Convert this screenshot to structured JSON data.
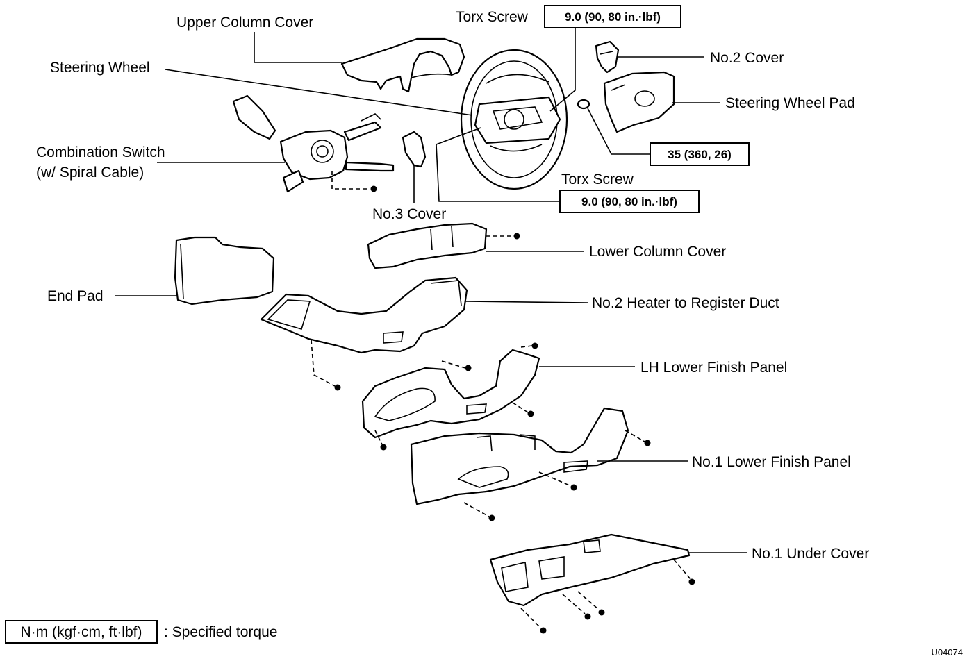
{
  "labels": {
    "upper_column_cover": "Upper Column Cover",
    "steering_wheel": "Steering Wheel",
    "combination_switch_line1": "Combination Switch",
    "combination_switch_line2": "(w/ Spiral Cable)",
    "torx_screw_top": "Torx Screw",
    "torx_screw_bottom": "Torx Screw",
    "no2_cover": "No.2 Cover",
    "steering_wheel_pad": "Steering Wheel Pad",
    "no3_cover": "No.3 Cover",
    "lower_column_cover": "Lower Column Cover",
    "end_pad": "End Pad",
    "no2_heater_duct": "No.2 Heater to Register Duct",
    "lh_lower_finish_panel": "LH Lower Finish Panel",
    "no1_lower_finish_panel": "No.1 Lower Finish Panel",
    "no1_under_cover": "No.1 Under Cover"
  },
  "torques": {
    "torx_top": "9.0 (90,  80  in.·lbf)",
    "nut": "35 (360,  26)",
    "torx_bottom": "9.0 (90,  80  in.·lbf)"
  },
  "legend": {
    "unit_box": "N·m (kgf·cm, ft·lbf)",
    "description": ": Specified torque"
  },
  "figure_code": "U04074"
}
